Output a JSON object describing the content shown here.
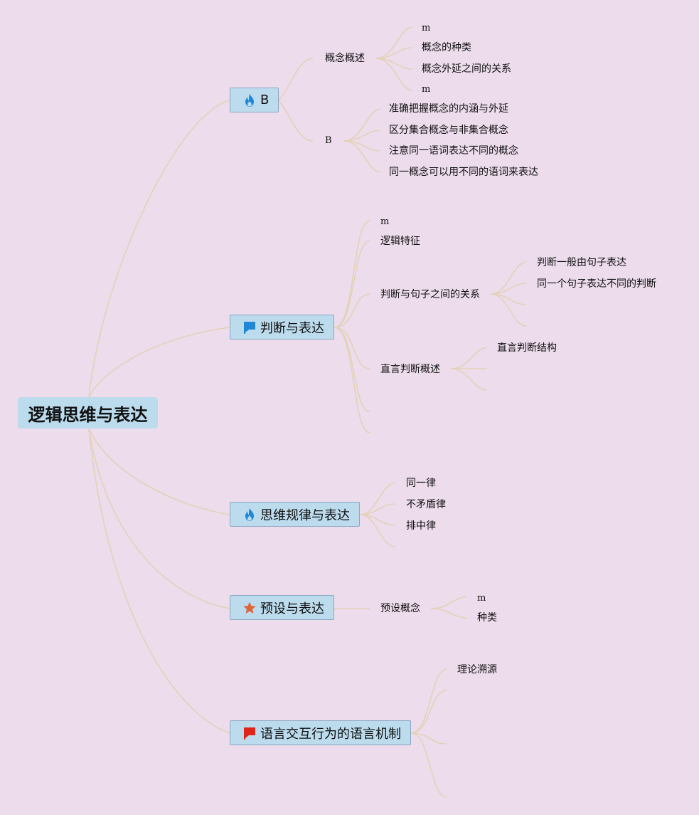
{
  "root": "逻辑思维与表达",
  "topics": {
    "b": {
      "label": "B",
      "icon": "flame-icon",
      "n1": "概念概述",
      "n1_1": "m",
      "n1_2": "概念的种类",
      "n1_3": "概念外延之间的关系",
      "n1_4": "m",
      "n2": "B",
      "n2_1": "准确把握概念的内涵与外延",
      "n2_2": "区分集合概念与非集合概念",
      "n2_3": "注意同一语词表达不同的概念",
      "n2_4": "同一概念可以用不同的语词来表达"
    },
    "judge": {
      "label": "判断与表达",
      "icon": "blue-flag-icon",
      "n1": "m",
      "n2": "逻辑特征",
      "n3": "判断与句子之间的关系",
      "n3_1": "判断一般由句子表达",
      "n3_2": "同一个句子表达不同的判断",
      "n4": "直言判断概述",
      "n4_1": "直言判断结构"
    },
    "law": {
      "label": "思维规律与表达",
      "icon": "flame-icon",
      "n1": "同一律",
      "n2": "不矛盾律",
      "n3": "排中律"
    },
    "presup": {
      "label": "预设与表达",
      "icon": "star-icon",
      "n1": "预设概念",
      "n1_1": "m",
      "n1_2": "种类"
    },
    "speech": {
      "label": "语言交互行为的语言机制",
      "icon": "red-flag-icon",
      "n1": "理论溯源"
    }
  },
  "colors": {
    "background": "#ecdcec",
    "topic_fill": "#bcdcee",
    "branch_line": "#e3d2b8",
    "flame": "#1e88d6",
    "star": "#e0643a",
    "red_flag": "#e0261a"
  }
}
